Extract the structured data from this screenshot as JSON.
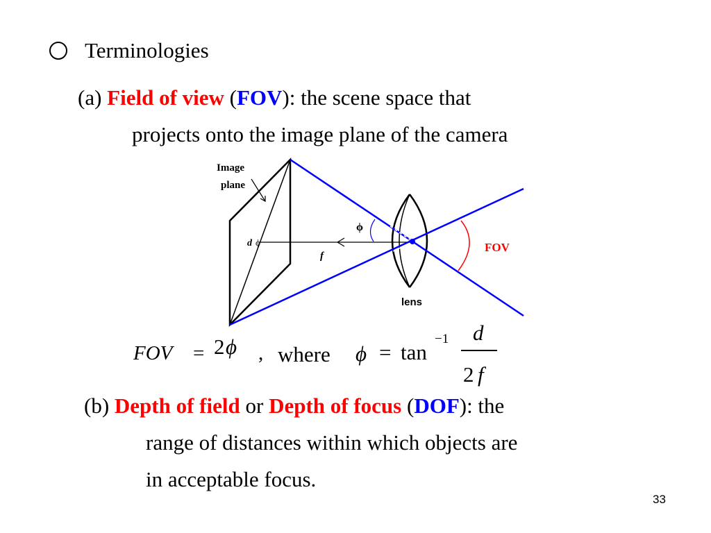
{
  "heading": {
    "text": "Terminologies"
  },
  "item_a": {
    "prefix": "(a) ",
    "term": "Field of view",
    "open_paren": " (",
    "abbr": "FOV",
    "suffix": "):  the scene space  that",
    "line2": "projects onto the image plane of the camera"
  },
  "diagram": {
    "image_plane_line1": "Image",
    "image_plane_line2": "plane",
    "d_label": "d",
    "f_label": "f",
    "phi_label": "ϕ",
    "fov_label": "FOV",
    "lens_label": "lens",
    "colors": {
      "rays": "#0000ff",
      "fov_arc": "#ff0000",
      "lines": "#000000"
    }
  },
  "formula": {
    "lhs": "FOV",
    "eq": "=",
    "two": "2",
    "phi": "ϕ",
    "comma": ",",
    "where": "where",
    "phi2": "ϕ",
    "eq2": "=",
    "tan": "tan",
    "sup": "−1",
    "num": "d",
    "den_two": "2",
    "den_f": "f"
  },
  "item_b": {
    "prefix": "(b) ",
    "term1": "Depth of field",
    "or": " or ",
    "term2": "Depth of focus",
    "open_paren": " (",
    "abbr": "DOF",
    "suffix": "): the",
    "line2": "range of distances within which objects are",
    "line3": "in acceptable focus."
  },
  "page_number": "33"
}
